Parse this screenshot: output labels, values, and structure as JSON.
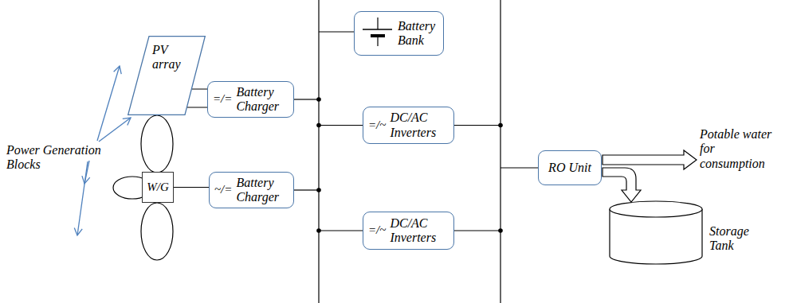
{
  "diagram": {
    "nodes": [
      {
        "text": [
          "PV array"
        ]
      },
      {
        "text": [
          "=/=",
          "Battery Charger"
        ]
      },
      {
        "text": [
          "W/G"
        ]
      },
      {
        "text": [
          "~/=",
          "Battery Charger"
        ]
      },
      {
        "text": [
          "Battery Bank"
        ]
      },
      {
        "text": [
          "=/~",
          "DC/AC Inverters"
        ]
      },
      {
        "text": [
          "=/~",
          "DC/AC Inverters"
        ]
      },
      {
        "text": [
          "RO Unit"
        ]
      }
    ],
    "edges": [
      {
        "from": 0,
        "to": 1,
        "arrow": "none"
      },
      {
        "from": 2,
        "to": 3,
        "arrow": "none"
      }
    ],
    "labels": [
      "Power Generation Blocks",
      "Potable water for consumption",
      "Storage Tank"
    ]
  }
}
